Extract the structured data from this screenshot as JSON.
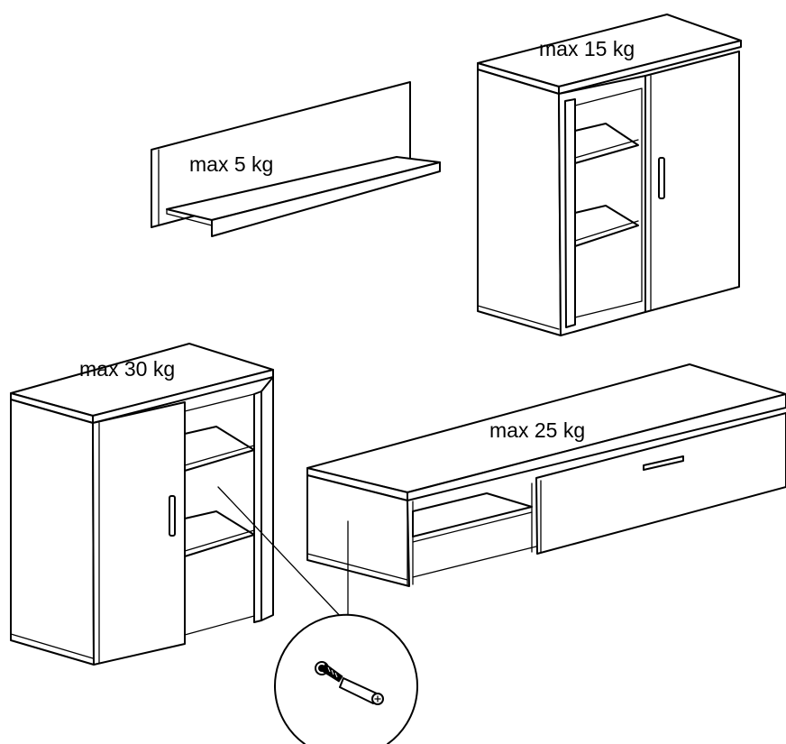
{
  "labels": {
    "wall_shelf": "max 5 kg",
    "wall_cabinet": "max 15 kg",
    "sideboard": "max 30 kg",
    "tv_unit": "max 25 kg"
  },
  "colors": {
    "line": "#000000",
    "background": "#ffffff"
  },
  "icons": {
    "detail": "screw-and-wall-plug-icon"
  }
}
